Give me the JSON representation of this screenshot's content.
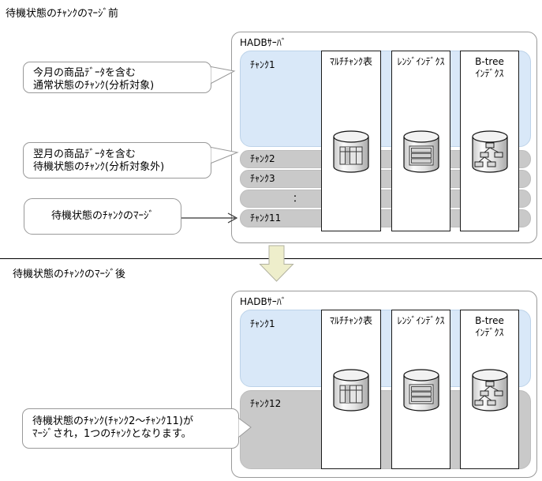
{
  "colors": {
    "chunk-blue": "#d9e8f8",
    "blue-border": "#bdd3e9",
    "chunk-gray": "#c9c9c9",
    "row-border": "#bdbdbd",
    "server-border": "#9a9a9a",
    "column-border": "#1a1a1a",
    "callout-border": "#999999",
    "big-arrow-fill": "#eeeecb",
    "big-arrow-border": "#b2b2a0",
    "divider-line": "#000000"
  },
  "titles": {
    "before": "待機状態のﾁｬﾝｸのﾏｰｼﾞ前",
    "after": "待機状態のﾁｬﾝｸのﾏｰｼﾞ後"
  },
  "callouts": {
    "current_chunk": {
      "line1": "今月の商品ﾃﾞｰﾀを含む",
      "line2": "通常状態のﾁｬﾝｸ(分析対象)"
    },
    "standby_chunk": {
      "line1": "翌月の商品ﾃﾞｰﾀを含む",
      "line2": "待機状態のﾁｬﾝｸ(分析対象外)"
    },
    "merge_action": {
      "label": "待機状態のﾁｬﾝｸのﾏｰｼﾞ"
    },
    "merge_result": {
      "line1": "待機状態のﾁｬﾝｸ(ﾁｬﾝｸ2～ﾁｬﾝｸ11)が",
      "line2": "ﾏｰｼﾞされ，1つのﾁｬﾝｸとなります。"
    }
  },
  "before": {
    "server_label": "HADBｻｰﾊﾞ",
    "chunk1_label": "ﾁｬﾝｸ1",
    "standby_rows": [
      {
        "label": "ﾁｬﾝｸ2"
      },
      {
        "label": "ﾁｬﾝｸ3"
      },
      {
        "label": "："
      },
      {
        "label": "ﾁｬﾝｸ11"
      }
    ],
    "columns": [
      {
        "label": "ﾏﾙﾁﾁｬﾝｸ表",
        "icon": "table-cylinder"
      },
      {
        "label": "ﾚﾝｼﾞｲﾝﾃﾞｸｽ",
        "icon": "rows-cylinder"
      },
      {
        "label": "B-tree",
        "label2": "ｲﾝﾃﾞｸｽ",
        "icon": "tree-cylinder"
      }
    ]
  },
  "after": {
    "server_label": "HADBｻｰﾊﾞ",
    "chunk1_label": "ﾁｬﾝｸ1",
    "chunk12_label": "ﾁｬﾝｸ12",
    "columns": [
      {
        "label": "ﾏﾙﾁﾁｬﾝｸ表",
        "icon": "table-cylinder"
      },
      {
        "label": "ﾚﾝｼﾞｲﾝﾃﾞｸｽ",
        "icon": "rows-cylinder"
      },
      {
        "label": "B-tree",
        "label2": "ｲﾝﾃﾞｸｽ",
        "icon": "tree-cylinder"
      }
    ]
  }
}
